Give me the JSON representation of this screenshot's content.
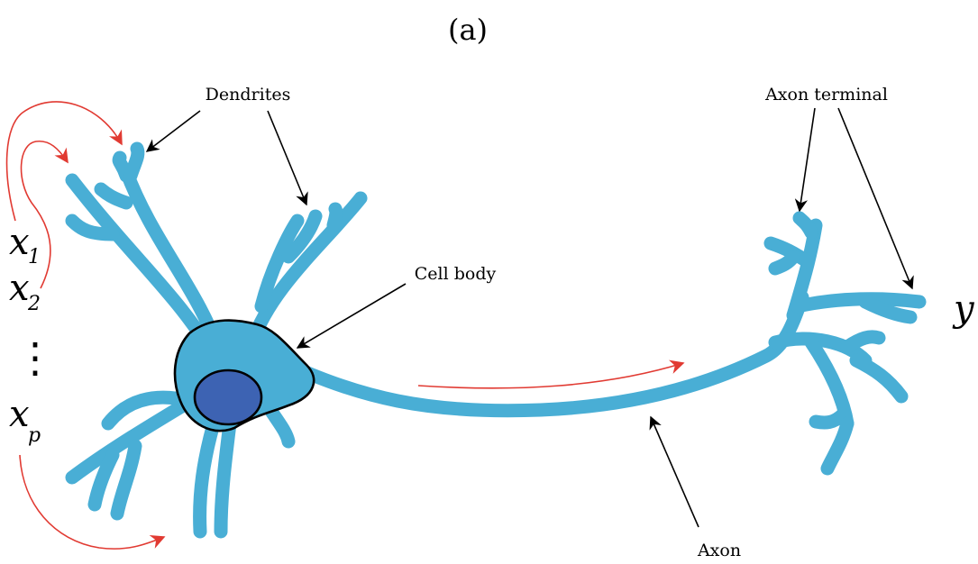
{
  "figure": {
    "panel_label": "(a)",
    "labels": {
      "dendrites": "Dendrites",
      "axon_terminal": "Axon terminal",
      "cell_body": "Cell body",
      "axon": "Axon"
    },
    "inputs": {
      "x1": {
        "base": "x",
        "sub": "1"
      },
      "x2": {
        "base": "x",
        "sub": "2"
      },
      "vdots": "⋮",
      "xp": {
        "base": "x",
        "sub": "p"
      }
    },
    "output": "y",
    "colors": {
      "neuron_fill": "#49aed5",
      "nucleus_fill": "#3d63b3",
      "signal_arrow": "#e13a32",
      "outline": "#000000"
    }
  }
}
